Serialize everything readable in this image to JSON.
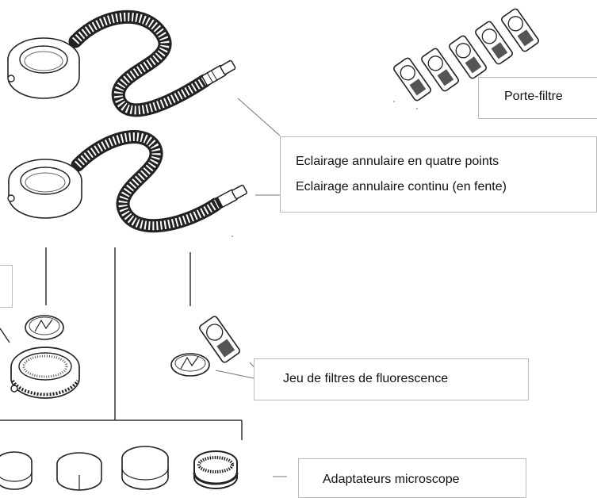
{
  "labels": {
    "porte_filtre": "Porte-filtre",
    "eclairage_quatre": "Eclairage annulaire en quatre points",
    "eclairage_continu": "Eclairage annulaire continu (en fente)",
    "jeu_filtres": "Jeu de filtres de fluorescence",
    "adaptateurs": "Adaptateurs microscope"
  },
  "colors": {
    "line": "#333333",
    "leader": "#777777",
    "box_border": "#b9b9b9"
  }
}
